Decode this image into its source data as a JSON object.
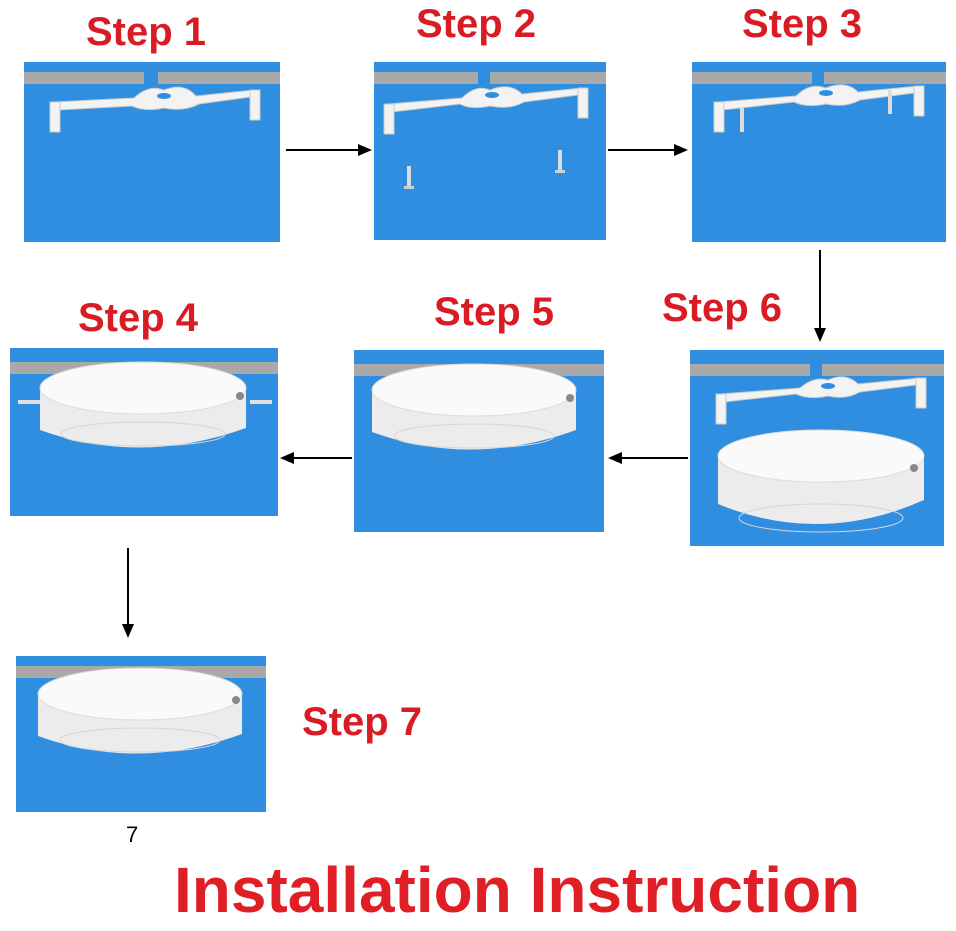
{
  "steps": [
    {
      "label": "Step 1"
    },
    {
      "label": "Step 2"
    },
    {
      "label": "Step 3"
    },
    {
      "label": "Step 4"
    },
    {
      "label": "Step 5"
    },
    {
      "label": "Step 6"
    },
    {
      "label": "Step 7"
    }
  ],
  "panel7_caption": "7",
  "title": "Installation Instruction",
  "colors": {
    "label_red": "#d91c24",
    "panel_blue": "#2f8ee0",
    "ceiling_grey": "#a9a9a9",
    "fixture_white": "#f3f3f3"
  }
}
